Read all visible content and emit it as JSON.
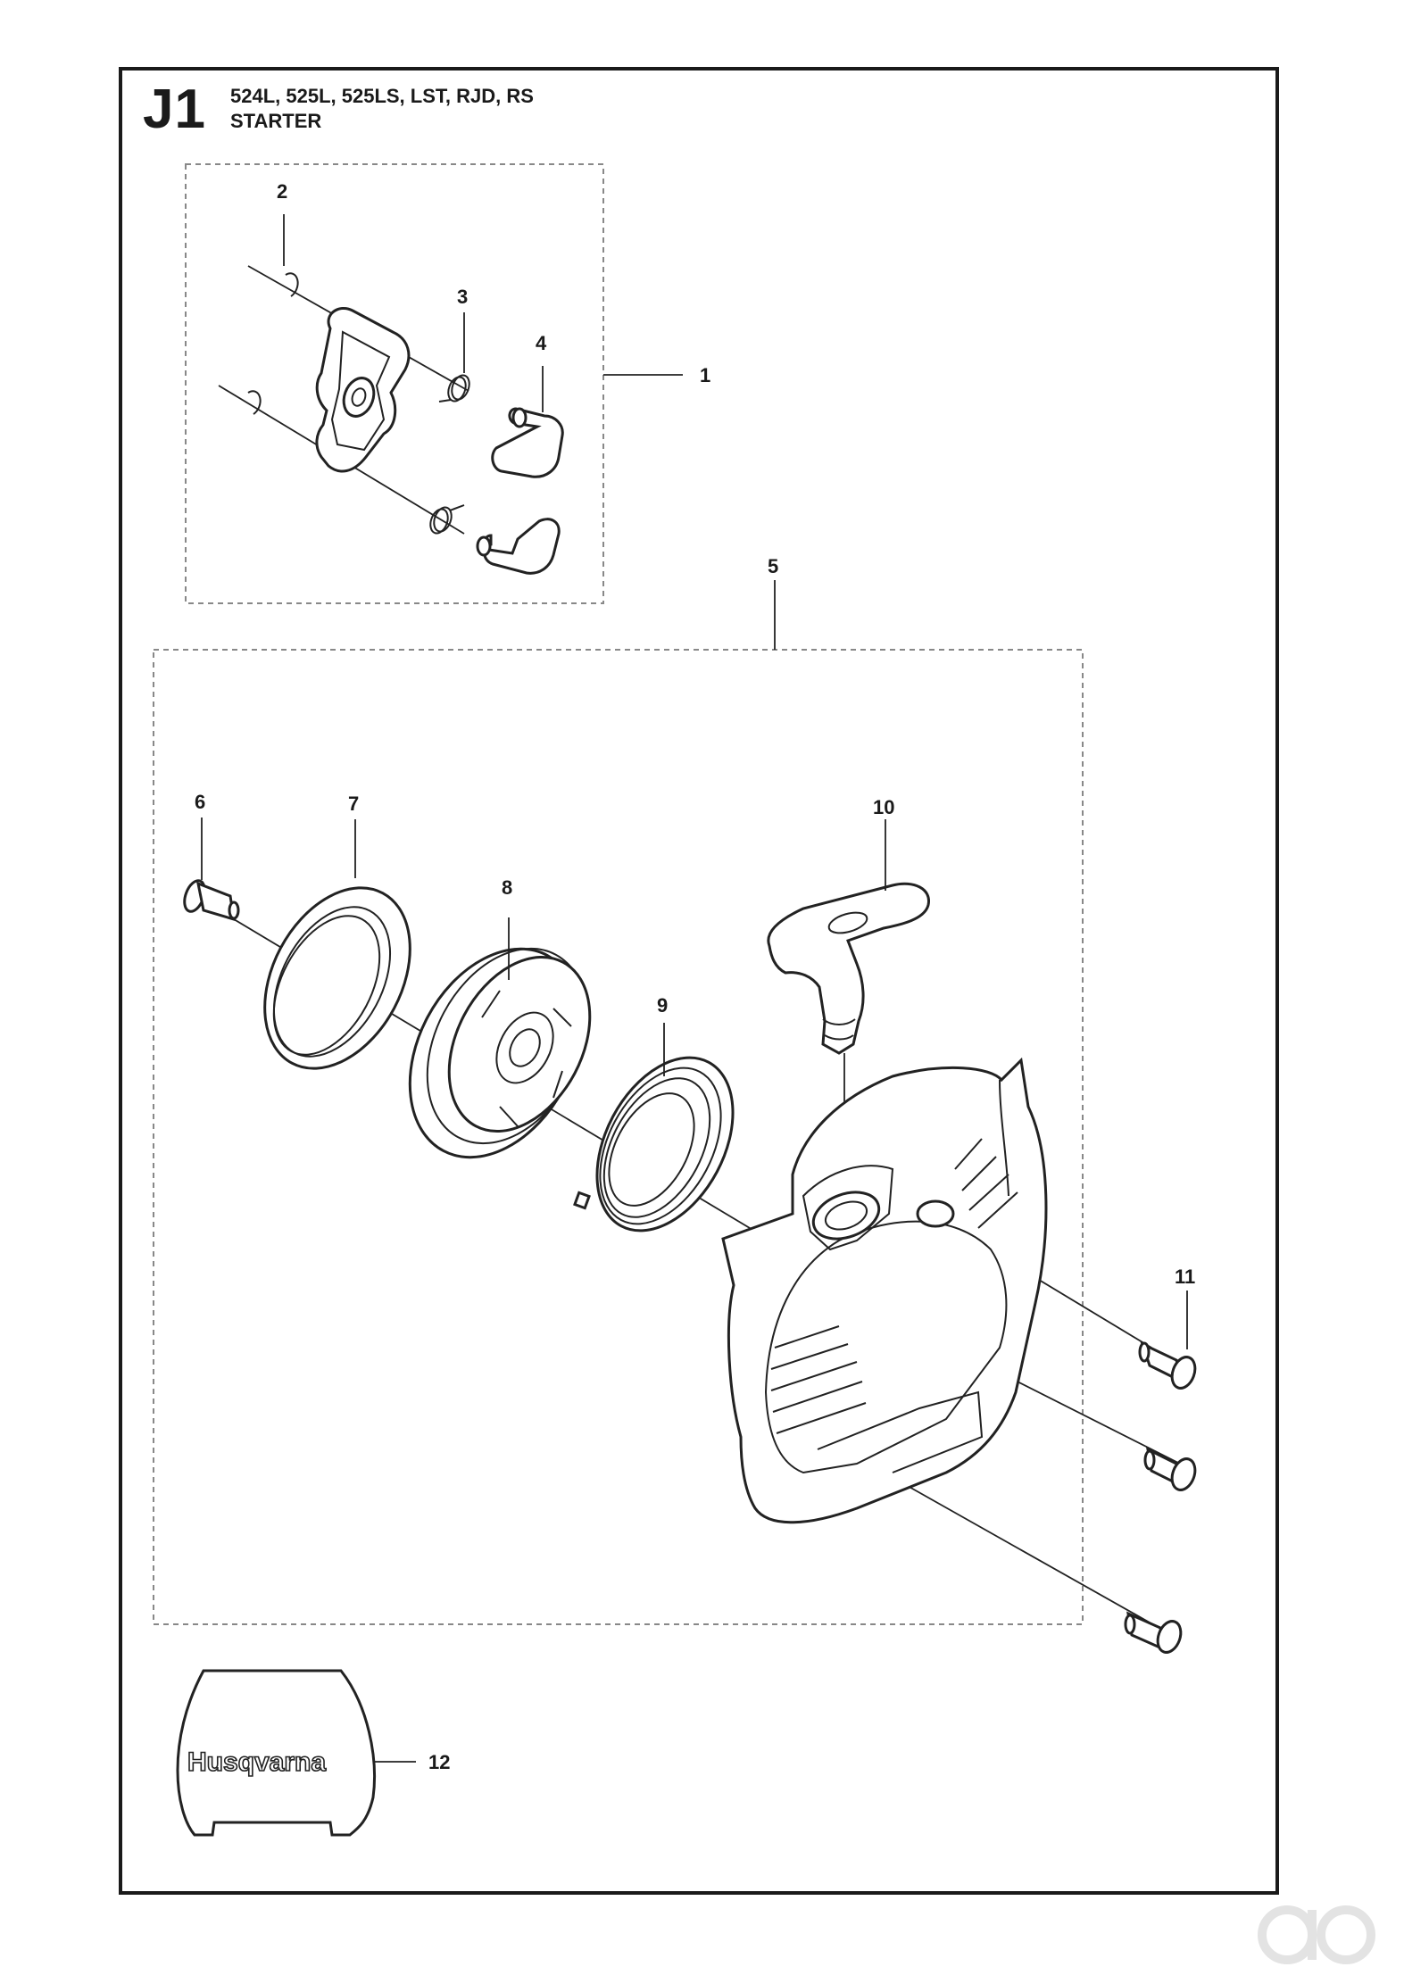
{
  "header": {
    "section_code": "J1",
    "models": "524L, 525L, 525LS, LST, RJD, RS",
    "title": "STARTER"
  },
  "callouts": [
    "1",
    "2",
    "3",
    "4",
    "5",
    "6",
    "7",
    "8",
    "9",
    "10",
    "11",
    "12"
  ],
  "decal_brand": "Husqvarna"
}
